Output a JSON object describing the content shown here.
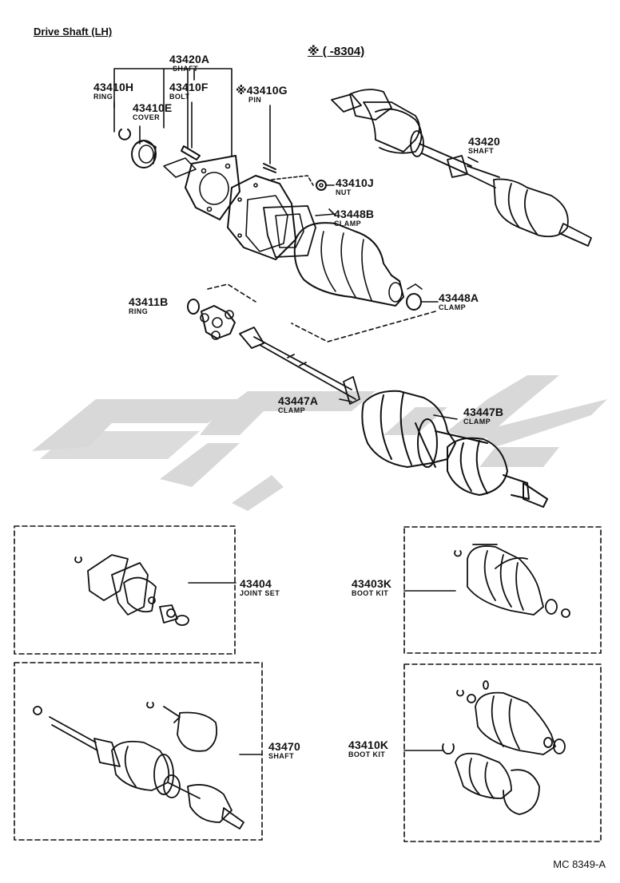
{
  "title": "Drive Shaft (LH)",
  "serial_note": "※ (     -8304)",
  "footer_code": "MC 8349-A",
  "labels": {
    "p43420A": {
      "num": "43420A",
      "name": "SHAFT"
    },
    "p43410H": {
      "num": "43410H",
      "name": "RING"
    },
    "p43410F": {
      "num": "43410F",
      "name": "BOLT"
    },
    "p43410G": {
      "num": "※43410G",
      "name": "PIN"
    },
    "p43410E": {
      "num": "43410E",
      "name": "COVER"
    },
    "p43410J": {
      "num": "43410J",
      "name": "NUT"
    },
    "p43448B": {
      "num": "43448B",
      "name": "CLAMP"
    },
    "p43411B": {
      "num": "43411B",
      "name": "RING"
    },
    "p43448A": {
      "num": "43448A",
      "name": "CLAMP"
    },
    "p43420": {
      "num": "43420",
      "name": "SHAFT"
    },
    "p43447A": {
      "num": "43447A",
      "name": "CLAMP"
    },
    "p43447B": {
      "num": "43447B",
      "name": "CLAMP"
    },
    "p43404": {
      "num": "43404",
      "name": "JOINT SET"
    },
    "p43403K": {
      "num": "43403K",
      "name": "BOOT KIT"
    },
    "p43470": {
      "num": "43470",
      "name": "SHAFT"
    },
    "p43410K": {
      "num": "43410K",
      "name": "BOOT KIT"
    }
  },
  "colors": {
    "ink": "#111111",
    "watermark": "#d6d6d6"
  }
}
